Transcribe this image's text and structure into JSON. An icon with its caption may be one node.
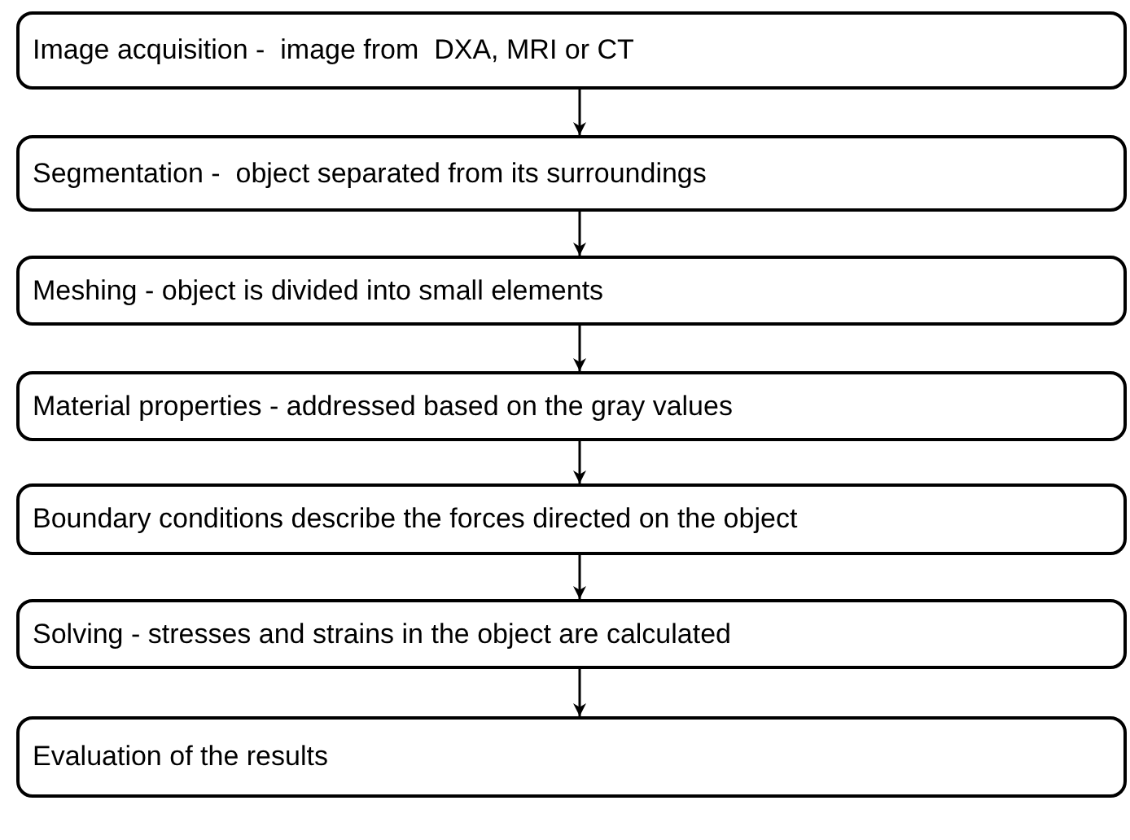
{
  "diagram": {
    "nodes": [
      {
        "text": [
          "Image acquisition -  image from  DXA, MRI or CT"
        ]
      },
      {
        "text": [
          "Segmentation -  object separated from its surroundings"
        ]
      },
      {
        "text": [
          "Meshing - object is divided into small elements"
        ]
      },
      {
        "text": [
          "Material properties - addressed based on the gray values"
        ]
      },
      {
        "text": [
          "Boundary conditions describe the forces directed on the object"
        ]
      },
      {
        "text": [
          "Solving - stresses and strains in the object are calculated"
        ]
      },
      {
        "text": [
          "Evaluation of the results"
        ]
      }
    ],
    "edges": [
      {
        "from": 0,
        "to": 1,
        "arrow": "to"
      },
      {
        "from": 1,
        "to": 2,
        "arrow": "to"
      },
      {
        "from": 2,
        "to": 3,
        "arrow": "to"
      },
      {
        "from": 3,
        "to": 4,
        "arrow": "to"
      },
      {
        "from": 4,
        "to": 5,
        "arrow": "to"
      },
      {
        "from": 5,
        "to": 6,
        "arrow": "to"
      }
    ]
  }
}
